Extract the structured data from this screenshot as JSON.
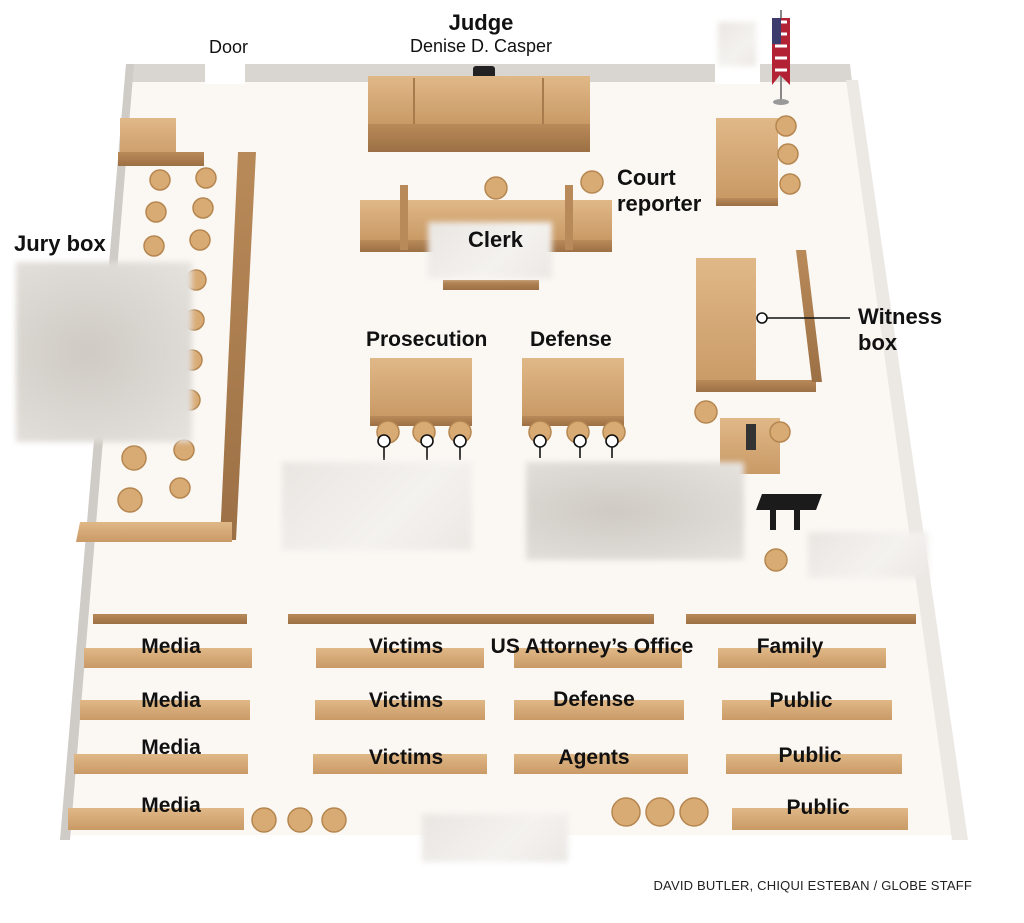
{
  "judge": {
    "title": "Judge",
    "name": "Denise D. Casper"
  },
  "door_label": "Door",
  "court_reporter": [
    "Court",
    "reporter"
  ],
  "clerk_label": "Clerk",
  "jury_box_label": "Jury box",
  "witness_box": [
    "Witness",
    "box"
  ],
  "tables": {
    "prosecution": "Prosecution",
    "defense": "Defense"
  },
  "seating": {
    "row1": [
      "Media",
      "Victims",
      "US Attorney’s Office",
      "Family"
    ],
    "row2": [
      "Media",
      "Victims",
      "Defense",
      "Public"
    ],
    "row3": [
      "Media",
      "Victims",
      "Agents",
      "Public"
    ],
    "row4": [
      "Media",
      "Public"
    ]
  },
  "credit": "DAVID BUTLER, CHIQUI ESTEBAN / GLOBE STAFF",
  "colors": {
    "wood": "#d8ac78",
    "wood_dark": "#b8895a",
    "wall": "#d9d6d2",
    "floor": "#fbf8f4"
  }
}
